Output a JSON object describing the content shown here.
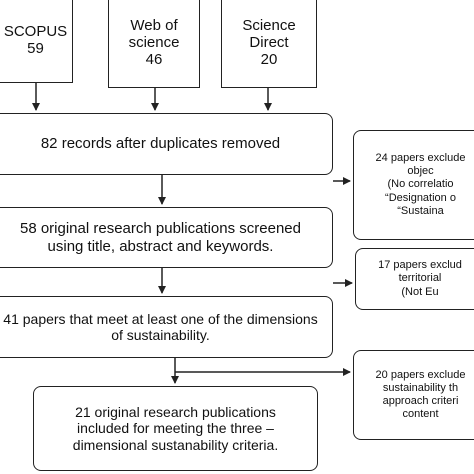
{
  "sources": [
    {
      "lines": [
        "SCOPUS",
        "59"
      ]
    },
    {
      "lines": [
        "Web of",
        "science",
        "46"
      ]
    },
    {
      "lines": [
        "Science",
        "Direct",
        "20"
      ]
    }
  ],
  "steps": [
    {
      "lines": [
        "82 records after duplicates removed"
      ]
    },
    {
      "lines": [
        "58 original research publications screened",
        "using title, abstract and keywords."
      ]
    },
    {
      "lines": [
        "41 papers that meet at least one of the dimensions",
        "of sustainability."
      ]
    },
    {
      "lines": [
        "21 original research publications",
        "included for meeting the three –",
        "dimensional sustanability criteria."
      ]
    }
  ],
  "exclusions": [
    {
      "lines": [
        "24 papers exclude",
        "objec",
        "(No correlatio",
        "“Designation o",
        "“Sustaina"
      ]
    },
    {
      "lines": [
        "17 papers exclud",
        "territorial",
        "(Not Eu"
      ]
    },
    {
      "lines": [
        "20 papers exclude",
        "sustainability th",
        "approach criteri",
        "content"
      ]
    }
  ]
}
